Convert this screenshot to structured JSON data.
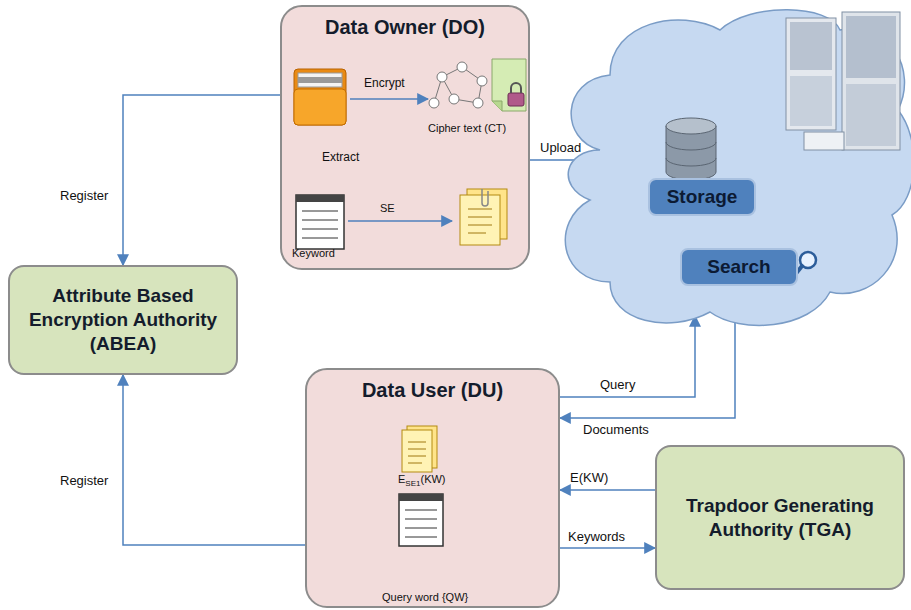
{
  "diagram": {
    "nodes": [
      {
        "text": [
          "Data Owner (DO)"
        ]
      },
      {
        "text": []
      },
      {
        "text": [
          "Storage"
        ],
        "in": 1
      },
      {
        "text": [
          "Search"
        ],
        "in": 1
      },
      {
        "text": [
          "Attribute Based Encryption Authority (ABEA)"
        ]
      },
      {
        "text": [
          "Data User (DU)"
        ]
      },
      {
        "text": [
          "Trapdoor Generating Authority (TGA)"
        ]
      }
    ],
    "edges": [
      {
        "from": 0,
        "to": 4,
        "label": "Register",
        "arrow": "to"
      },
      {
        "from": 5,
        "to": 4,
        "label": "Register",
        "arrow": "to"
      },
      {
        "from": 0,
        "to": 1,
        "label": "Upload",
        "arrow": "to"
      },
      {
        "from": 5,
        "to": 1,
        "label": "Query",
        "arrow": "to"
      },
      {
        "from": 1,
        "to": 5,
        "label": "Documents",
        "arrow": "to"
      },
      {
        "from": 6,
        "to": 5,
        "label": "E(KW)",
        "arrow": "to"
      },
      {
        "from": 5,
        "to": 6,
        "label": "Keywords",
        "arrow": "to"
      }
    ],
    "labels": [
      "Encrypt",
      "Cipher text (CT)",
      "Extract",
      "Keyword",
      "SE",
      "E",
      "SE1",
      "(KW)",
      "Query word {QW}"
    ]
  }
}
